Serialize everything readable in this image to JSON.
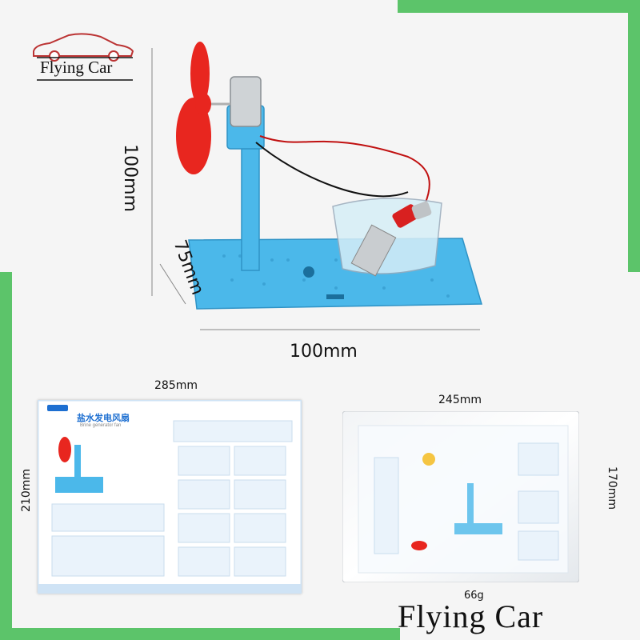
{
  "brand": {
    "logo_text": "Flying Car",
    "footer_text": "Flying Car"
  },
  "dimensions": {
    "model_height": "100mm",
    "model_depth": "75mm",
    "model_width": "100mm",
    "sheet_width": "285mm",
    "sheet_height": "210mm",
    "bag_width": "245mm",
    "bag_height": "170mm",
    "weight": "66g"
  },
  "sheet": {
    "title": "盐水发电风扇",
    "subtitle": "Brine generator fan"
  },
  "colors": {
    "frame_green": "#5cc46a",
    "base_blue": "#4bb8ea",
    "fan_red": "#e8261f"
  }
}
